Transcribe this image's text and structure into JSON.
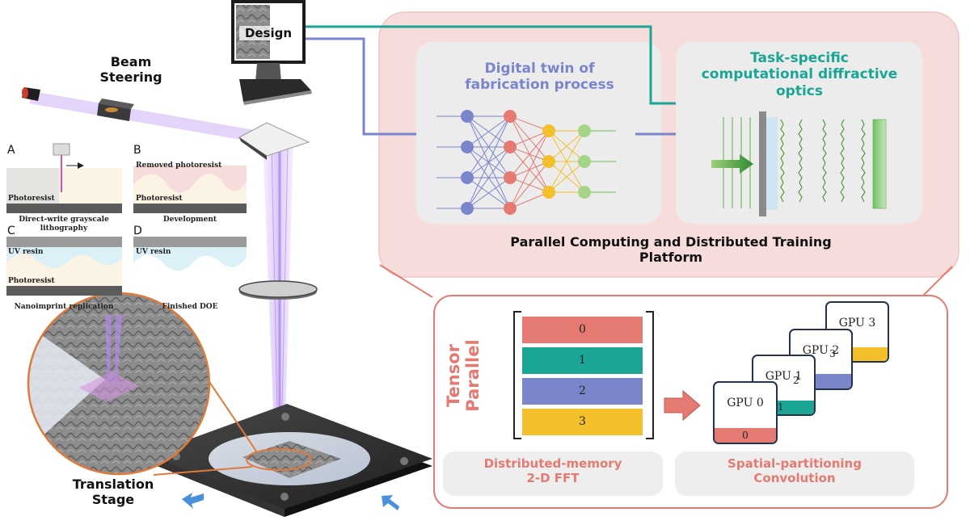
{
  "labels": {
    "design": "Design",
    "beam_steering": "Beam Steering",
    "translation_stage": "Translation Stage",
    "digital_twin": "Digital twin of fabrication process",
    "task_specific": "Task-specific computational diffractive optics",
    "platform": "Parallel Computing and Distributed Training Platform",
    "tensor_parallel_line1": "Tensor",
    "tensor_parallel_line2": "Parallel",
    "fft_line1": "Distributed-memory",
    "fft_line2": "2-D FFT",
    "conv_line1": "Spatial-partitioning",
    "conv_line2": "Convolution"
  },
  "process_panels": {
    "a_letter": "A",
    "b_letter": "B",
    "c_letter": "C",
    "d_letter": "D",
    "a_photoresist": "Photoresist",
    "a_caption": "Direct-write grayscale lithography",
    "b_removed": "Removed photoresist",
    "b_photoresist": "Photoresist",
    "b_caption": "Development",
    "c_uv": "UV resin",
    "c_photoresist": "Photoresist",
    "c_caption": "Nanoimprint replication",
    "d_uv": "UV resin",
    "d_caption": "Finished DOE"
  },
  "tensor_blocks": [
    {
      "label": "0",
      "color": "#e47a72"
    },
    {
      "label": "1",
      "color": "#1aa595"
    },
    {
      "label": "2",
      "color": "#7a85cc"
    },
    {
      "label": "3",
      "color": "#f3bf2a"
    }
  ],
  "gpus": [
    {
      "name": "GPU 0",
      "tag": "0",
      "color": "#e47a72"
    },
    {
      "name": "GPU 1",
      "tag": "1",
      "color": "#1aa595"
    },
    {
      "name": "GPU 2",
      "tag": "2",
      "color": "#7a85cc"
    },
    {
      "name": "GPU 3",
      "tag": "3",
      "color": "#f3bf2a"
    }
  ],
  "colors": {
    "platform_bg": "#f7dcdc",
    "accent_red": "#e47a72",
    "teal": "#1aa595",
    "purple": "#7a85cc",
    "beam": "#c9a9f2"
  }
}
